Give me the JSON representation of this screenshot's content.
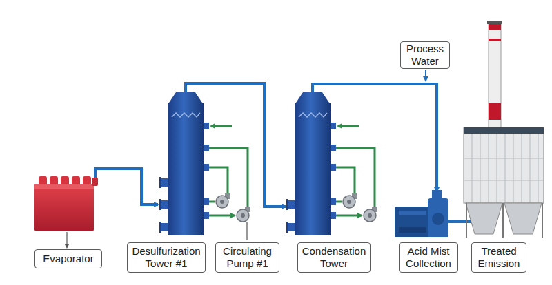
{
  "diagram": {
    "nodes": [
      {
        "text": [
          "Evaporator"
        ]
      },
      {
        "text": [
          "Desulfurization Tower #1"
        ]
      },
      {
        "text": [
          "Circulating Pump #1"
        ]
      },
      {
        "text": [
          "Condensation Tower"
        ]
      },
      {
        "text": [
          "Process Water"
        ]
      },
      {
        "text": [
          "Acid Mist Collection"
        ]
      },
      {
        "text": [
          "Treated Emission"
        ]
      }
    ]
  }
}
